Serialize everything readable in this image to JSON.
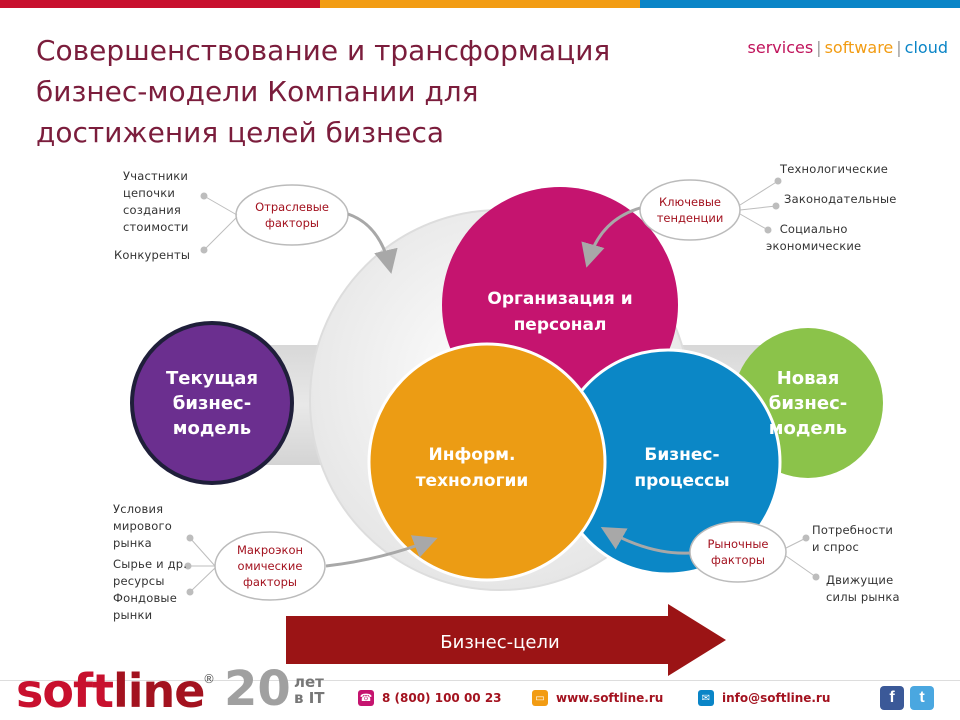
{
  "title": {
    "line1": "Совершенствование и трансформация",
    "line2": "бизнес-модели Компании для",
    "line3": "достижения целей бизнеса"
  },
  "tagline": {
    "services": "services",
    "software": "software",
    "cloud": "cloud",
    "separator": "|"
  },
  "colors": {
    "bar_red": "#c8102e",
    "bar_orange": "#f29c13",
    "bar_blue": "#0a85c7",
    "title": "#7b1d3c",
    "accent_red": "#a3121f",
    "services": "#c0135b",
    "software": "#f29c13",
    "cloud": "#0a85c7",
    "purple": "#6b2f8f",
    "magenta": "#c5146f",
    "orange": "#ec9c14",
    "blue": "#0b87c6",
    "green": "#8bc34a",
    "arrow": "#9b1415"
  },
  "diagram": {
    "current_model": "Текущая\nбизнес-\nмодель",
    "new_model": "Новая\nбизнес-\nмодель",
    "organization": "Организация и\nперсонал",
    "it": "Информ.\nтехнологии",
    "processes": "Бизнес-\nпроцессы",
    "goal_arrow": "Бизнес-цели"
  },
  "factors": {
    "industry": {
      "label": "Отраслевые\nфакторы",
      "items": [
        "Участники\nцепочки\nсоздания\nстоимости",
        "Конкуренты"
      ]
    },
    "trends": {
      "label": "Ключевые\nтенденции",
      "items": [
        "Технологические",
        "Законодательные",
        "Социально\nэкономические"
      ]
    },
    "macro": {
      "label": "Макроэкон\nомические\nфакторы",
      "items": [
        "Условия\nмирового\nрынка",
        "Сырье и др.\nресурсы",
        "Фондовые\nрынки"
      ]
    },
    "market": {
      "label": "Рыночные\nфакторы",
      "items": [
        "Потребности\nи спрос",
        "Движущие\nсилы рынка"
      ]
    }
  },
  "footer": {
    "logo_soft": "soft",
    "logo_line": "line",
    "registered": "®",
    "anniversary_number": "20",
    "anniversary_text": "лет\nв IT",
    "phone": "8 (800) 100 00 23",
    "website": "www.softline.ru",
    "email": "info@softline.ru"
  },
  "icons": {
    "phone": "phone-icon",
    "web": "monitor-icon",
    "email": "envelope-icon",
    "facebook": "facebook-icon",
    "twitter": "twitter-icon"
  }
}
